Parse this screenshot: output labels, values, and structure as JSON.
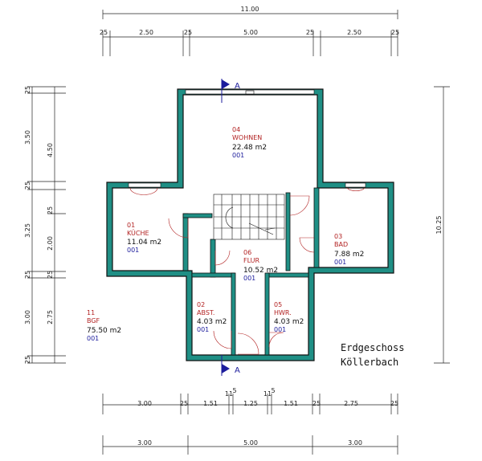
{
  "plan_title": {
    "line1": "Erdgeschoss",
    "line2": "Köllerbach"
  },
  "colors": {
    "wall_fill": "#1f8f85",
    "wall_line": "#111111",
    "room_label": "#b22222",
    "room_code": "#1c1c9c",
    "section": "#1c1c9c"
  },
  "section_marks": [
    {
      "label": "A"
    },
    {
      "label": "A"
    }
  ],
  "rooms": [
    {
      "id": "wohnen",
      "number": "04",
      "name": "WOHNEN",
      "area": "22.48  m2",
      "code": "001"
    },
    {
      "id": "kueche",
      "number": "01",
      "name": "KÜCHE",
      "area": "11.04  m2",
      "code": "001"
    },
    {
      "id": "bad",
      "number": "03",
      "name": "BAD",
      "area": "7.88  m2",
      "code": "001"
    },
    {
      "id": "flur",
      "number": "06",
      "name": "FLUR",
      "area": "10.52  m2",
      "code": "001"
    },
    {
      "id": "abst",
      "number": "02",
      "name": "ABST.",
      "area": "4.03  m2",
      "code": "001"
    },
    {
      "id": "hwr",
      "number": "05",
      "name": "HWR.",
      "area": "4.03  m2",
      "code": "001"
    },
    {
      "id": "bgf",
      "number": "11",
      "name": "BGF",
      "area": "75.50  m2",
      "code": "001"
    }
  ],
  "dimensions": {
    "top_total": "11.00",
    "top_segments": [
      "25",
      "2.50",
      "25",
      "5.00",
      "25",
      "2.50",
      "25"
    ],
    "bottom_row1": [
      "3.00",
      "25",
      "1.51",
      "11",
      "5",
      "1.25",
      "11",
      "5",
      "1.51",
      "25",
      "2.75",
      "25"
    ],
    "bottom_row2": [
      "3.00",
      "5.00",
      "3.00"
    ],
    "left_outer": [
      "25",
      "3.50",
      "25",
      "3.25",
      "25",
      "3.00",
      "25"
    ],
    "left_inner": [
      "4.50",
      "25",
      "2.00",
      "25",
      "2.75"
    ],
    "right_total": "10.25"
  }
}
